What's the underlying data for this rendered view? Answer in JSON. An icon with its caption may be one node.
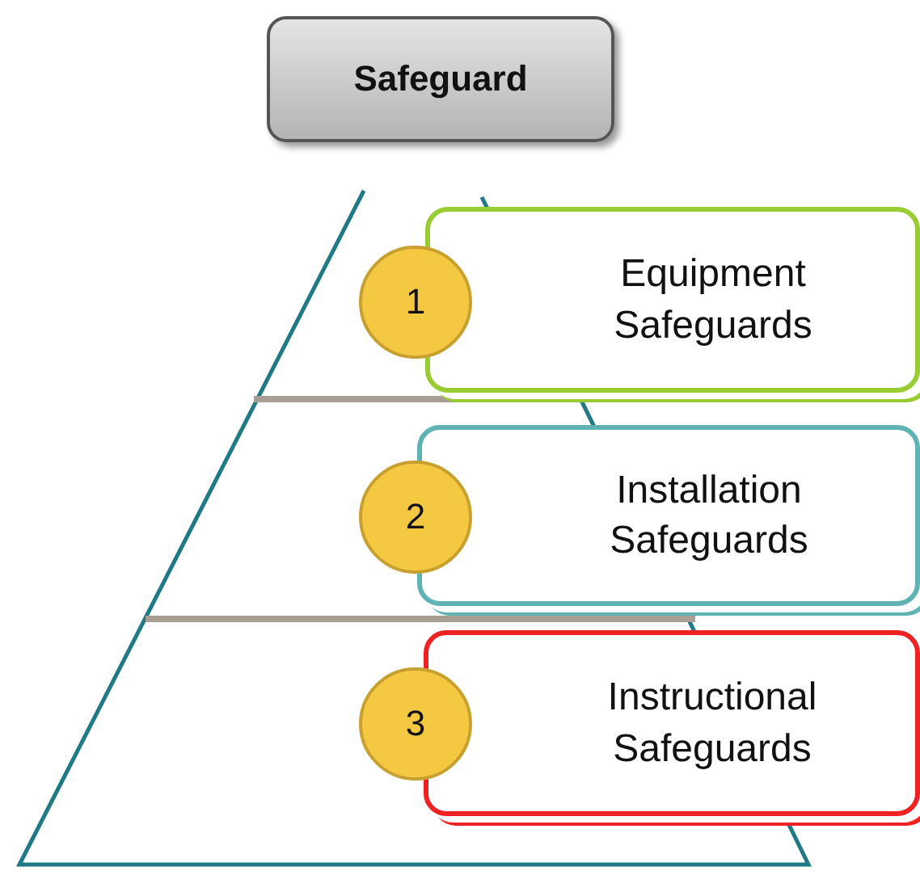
{
  "diagram": {
    "nodes": [
      {
        "text": [
          "Safeguard"
        ]
      },
      {
        "text": [
          "1"
        ]
      },
      {
        "text": [
          "Equipment Safeguards"
        ]
      },
      {
        "text": [
          "2"
        ]
      },
      {
        "text": [
          "Installation Safeguards"
        ]
      },
      {
        "text": [
          "3"
        ]
      },
      {
        "text": [
          "Instructional Safeguards"
        ]
      }
    ],
    "edges": []
  }
}
